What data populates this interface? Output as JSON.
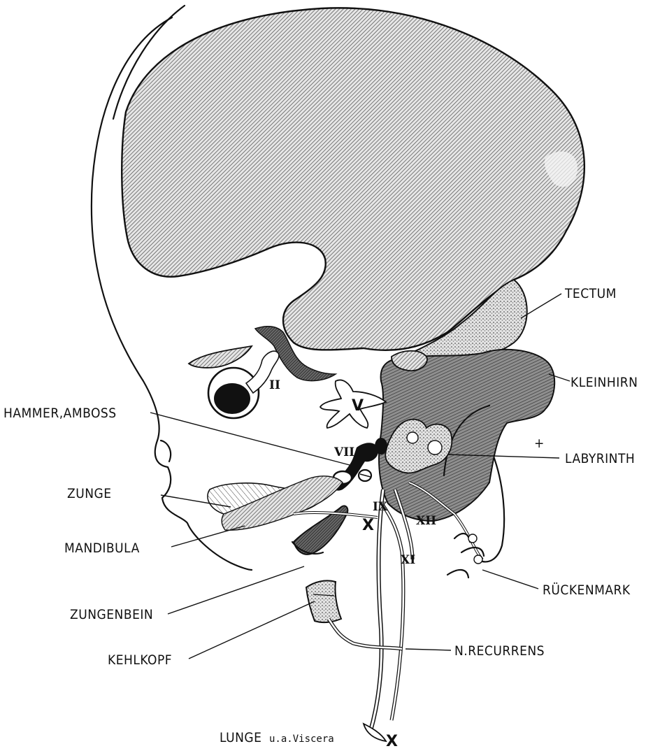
{
  "labels": {
    "tectum": "TECTUM",
    "kleinhirn": "KLEINHIRN",
    "hammer_amboss": "HAMMER,AMBOSS",
    "labyrinth": "LABYRINTH",
    "plus": "+",
    "zunge": "ZUNGE",
    "mandibula": "MANDIBULA",
    "rueckenmark": "RÜCKENMARK",
    "zungenbein": "ZUNGENBEIN",
    "kehlkopf": "KEHLKOPF",
    "n_recurrens": "N.RECURRENS",
    "lunge": "LUNGE",
    "viscera": "u.a.Viscera"
  },
  "nerves": {
    "ii": "II",
    "v": "V",
    "vii": "VII",
    "ix": "IX",
    "x": "X",
    "xi": "XI",
    "xii": "XII",
    "x_lung": "X"
  },
  "colors": {
    "ink": "#111111",
    "hatch_gray": "#8a8a8a",
    "stipple": "#c9c9c9"
  }
}
